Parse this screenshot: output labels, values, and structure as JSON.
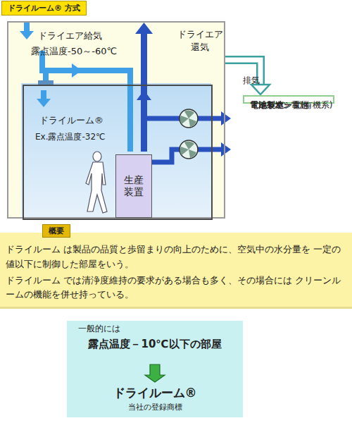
{
  "diagram": {
    "title": "ドライルーム® 方式",
    "nodes": [
      {
        "text": [
          "ドライエア給気",
          "露点温度-50～-60℃",
          "ドライエア還気"
        ]
      },
      {
        "text": [
          "ドライルーム®",
          "Ex.露点温度-32℃"
        ],
        "in": 0
      },
      {
        "text": [
          "生産装置"
        ],
        "in": 1
      },
      {
        "text": [
          "電池製造",
          "・Liイオン電池",
          "・ポリマー電池",
          "・キャパシタ(有機系)"
        ]
      },
      {
        "text": [
          "概要",
          "ドライルーム は製品の品質と歩留まりの向上のために、空気中の水分量を 一定の値以下に制御した部屋をいう。",
          "ドライルーム では清浄度維持の要求がある場合も多く、その場合には クリーンルームの機能を併せ持っている。"
        ]
      },
      {
        "text": [
          "一般的には",
          "露点温度－10℃以下の部屋"
        ]
      },
      {
        "text": [
          "ドライルーム®",
          "当社の登録商標"
        ]
      }
    ],
    "edges": [
      {
        "from": 0,
        "to": 3,
        "arrow": "to"
      },
      {
        "from": 5,
        "to": 6,
        "arrow": "to"
      }
    ],
    "labels": [
      "排気"
    ]
  }
}
